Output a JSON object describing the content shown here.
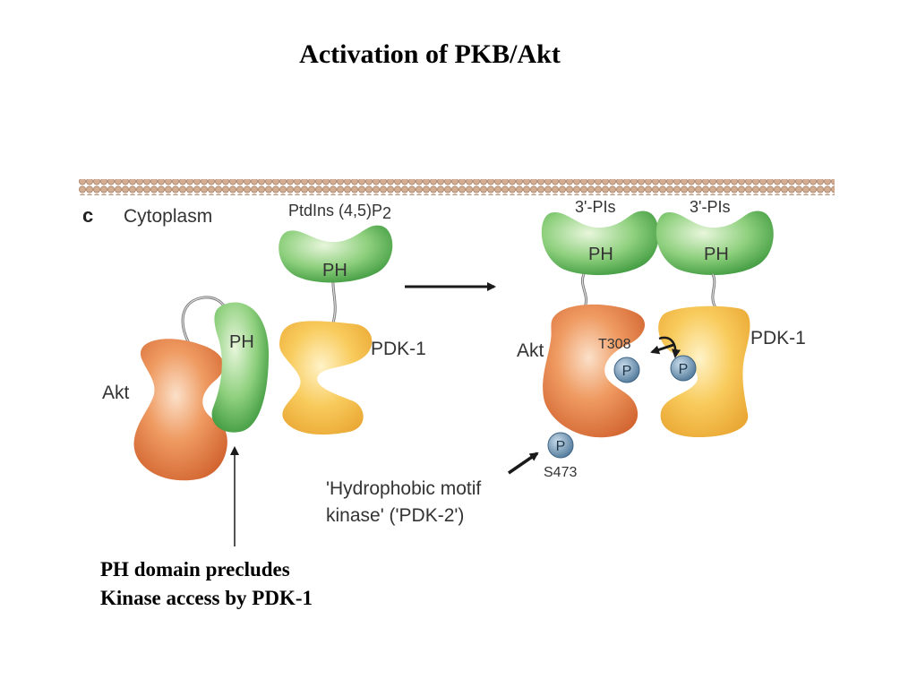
{
  "title": "Activation of PKB/Akt",
  "panel": {
    "letter": "c",
    "compartment": "Cytoplasm",
    "lipid_inactive": "PtdIns (4,5)P",
    "lipid_inactive_sub": "2",
    "lipid_active": [
      "3'-PIs",
      "3'-PIs"
    ],
    "inactive": {
      "akt_label": "Akt",
      "ph_label": "PH",
      "pdk_ph_label": "PH",
      "pdk_label": "PDK-1"
    },
    "active": {
      "akt_ph_label": "PH",
      "pdk_ph_label": "PH",
      "akt_label": "Akt",
      "pdk_label": "PDK-1",
      "site_t308": "T308",
      "site_s473": "S473",
      "phospho": [
        "P",
        "P",
        "P"
      ],
      "pdk2_label_lines": [
        "'Hydrophobic motif",
        "kinase' ('PDK-2')"
      ]
    }
  },
  "caption_lines": [
    "PH domain precludes",
    "Kinase access by PDK-1"
  ],
  "colors": {
    "membrane": "#c9a58c",
    "akt": "#e0733a",
    "pdk1": "#f3b640",
    "ph": "#62b85c",
    "phospho": "#5c86a6"
  }
}
